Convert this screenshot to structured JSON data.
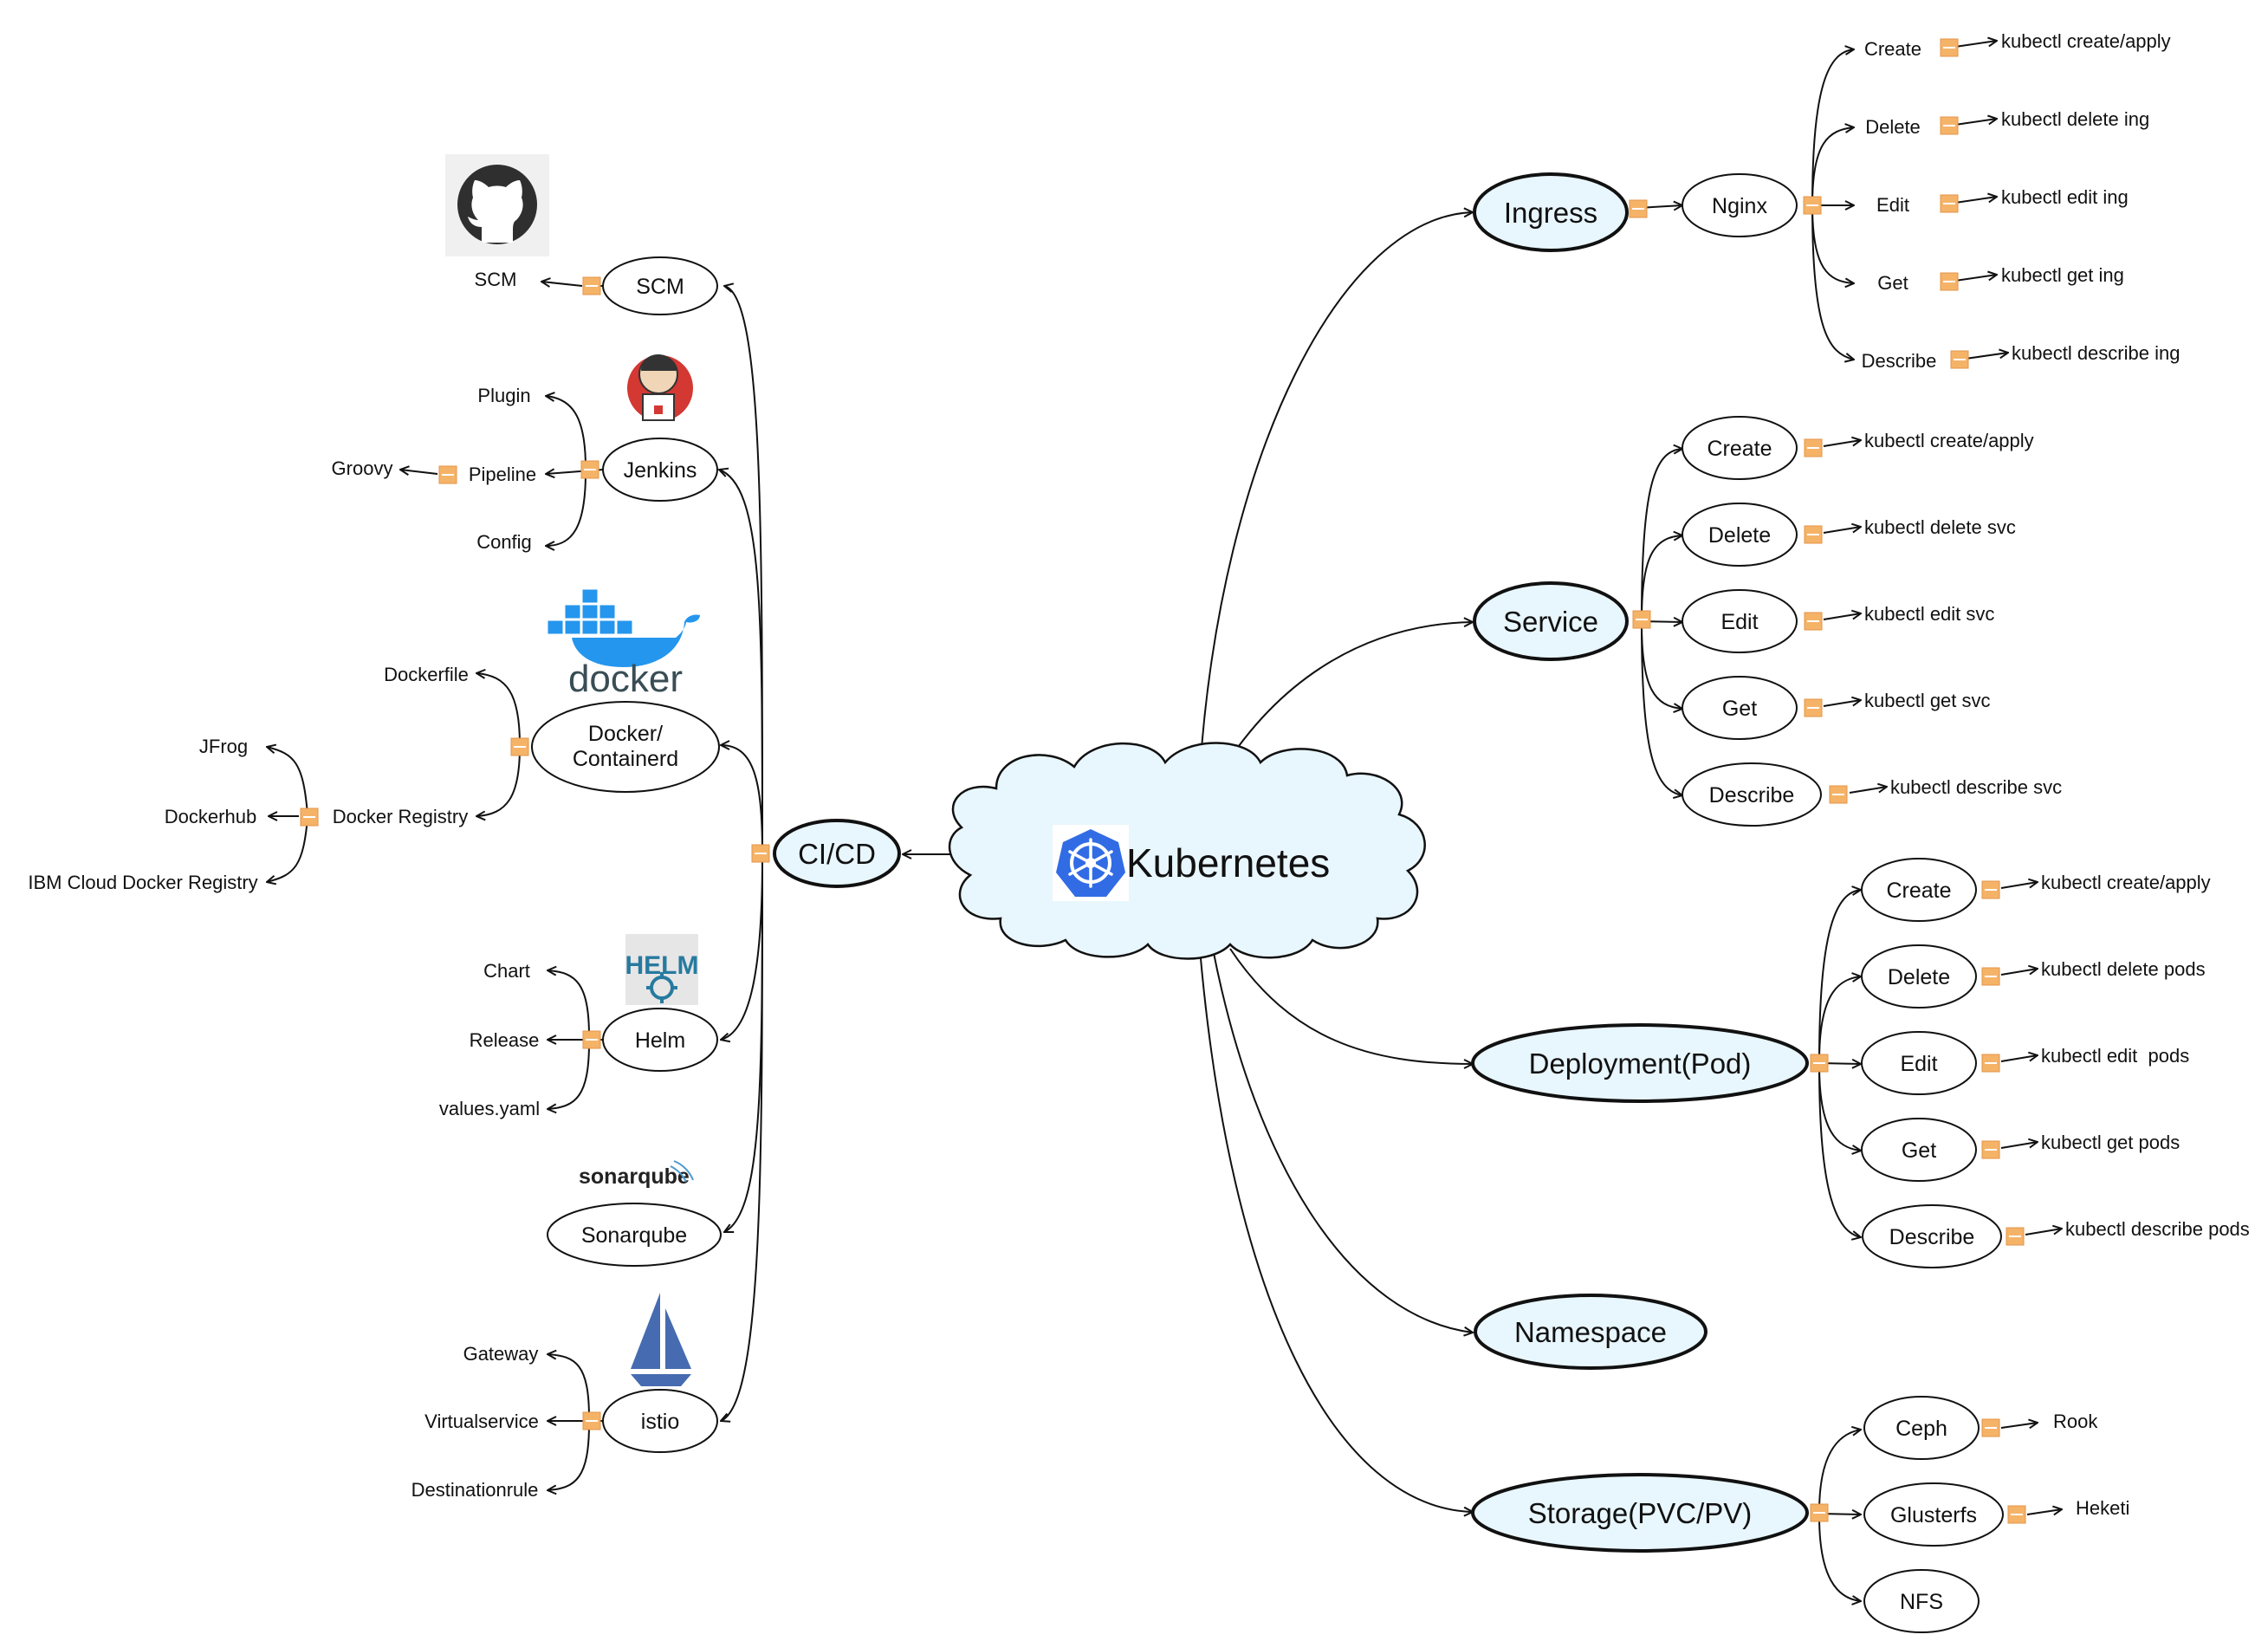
{
  "root": {
    "label": "Kubernetes",
    "icon": "kubernetes-logo-icon"
  },
  "cicd": {
    "label": "CI/CD",
    "children": [
      {
        "label": "SCM",
        "icon": "github-logo-icon",
        "children": [
          "SCM"
        ]
      },
      {
        "label": "Jenkins",
        "icon": "jenkins-logo-icon",
        "children": [
          "Plugin",
          "Pipeline",
          "Config"
        ],
        "pipeline_child": "Groovy"
      },
      {
        "label": "Docker/\nContainerd",
        "line1": "Docker/",
        "line2": "Containerd",
        "icon": "docker-logo-icon",
        "icon_text": "docker",
        "children": [
          "Dockerfile",
          "Docker Registry"
        ],
        "registry_children": [
          "JFrog",
          "Dockerhub",
          "IBM Cloud Docker Registry"
        ]
      },
      {
        "label": "Helm",
        "icon": "helm-logo-icon",
        "icon_text": "HELM",
        "children": [
          "Chart",
          "Release",
          "values.yaml"
        ]
      },
      {
        "label": "Sonarqube",
        "icon": "sonarqube-logo-icon",
        "icon_text": "sonarqube"
      },
      {
        "label": "istio",
        "icon": "istio-logo-icon",
        "children": [
          "Gateway",
          "Virtualservice",
          "Destinationrule"
        ]
      }
    ]
  },
  "ingress": {
    "label": "Ingress",
    "child": "Nginx",
    "ops": [
      {
        "op": "Create",
        "cmd": "kubectl create/apply"
      },
      {
        "op": "Delete",
        "cmd": "kubectl delete ing"
      },
      {
        "op": "Edit",
        "cmd": "kubectl edit ing"
      },
      {
        "op": "Get",
        "cmd": "kubectl get ing"
      },
      {
        "op": "Describe",
        "cmd": "kubectl describe ing"
      }
    ]
  },
  "service": {
    "label": "Service",
    "ops": [
      {
        "op": "Create",
        "cmd": "kubectl create/apply"
      },
      {
        "op": "Delete",
        "cmd": "kubectl delete svc"
      },
      {
        "op": "Edit",
        "cmd": "kubectl edit svc"
      },
      {
        "op": "Get",
        "cmd": "kubectl get svc"
      },
      {
        "op": "Describe",
        "cmd": "kubectl describe svc"
      }
    ]
  },
  "deployment": {
    "label": "Deployment(Pod)",
    "ops": [
      {
        "op": "Create",
        "cmd": "kubectl create/apply"
      },
      {
        "op": "Delete",
        "cmd": "kubectl delete pods"
      },
      {
        "op": "Edit",
        "cmd": "kubectl edit  pods"
      },
      {
        "op": "Get",
        "cmd": "kubectl get pods"
      },
      {
        "op": "Describe",
        "cmd": "kubectl describe pods"
      }
    ]
  },
  "namespace": {
    "label": "Namespace"
  },
  "storage": {
    "label": "Storage(PVC/PV)",
    "children": [
      {
        "label": "Ceph",
        "leaf": "Rook"
      },
      {
        "label": "Glusterfs",
        "leaf": "Heketi"
      },
      {
        "label": "NFS"
      }
    ]
  },
  "colors": {
    "main_fill": "#e8f6fd",
    "collapse": "#f5b368",
    "k8s_blue": "#326ce5",
    "docker_blue": "#2496ed",
    "istio_blue": "#466bb0",
    "helm_blue": "#277a9f"
  }
}
